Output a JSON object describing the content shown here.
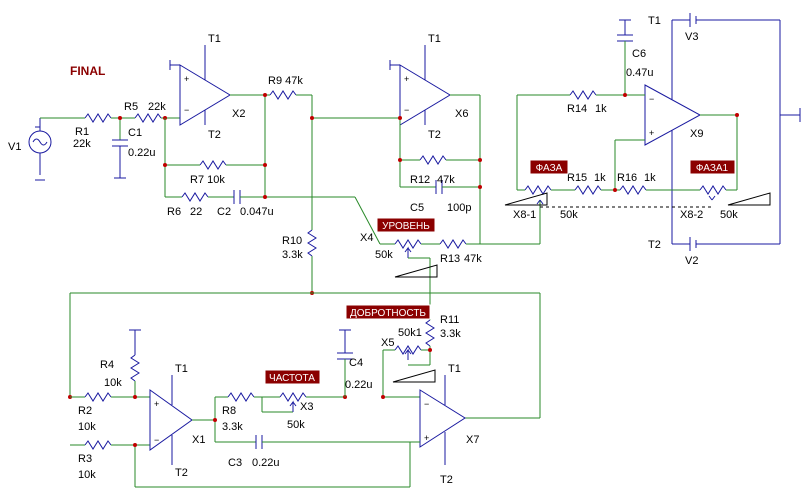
{
  "title": "FINAL",
  "components": {
    "V1": "V1",
    "R1": "R1",
    "R1_val": "22k",
    "R5": "R5",
    "R5_val": "22k",
    "C1": "C1",
    "C1_val": "0.22u",
    "X2": "X2",
    "R9": "R9 47k",
    "R7": "R7 10k",
    "R6": "R6",
    "R6_val": "22",
    "C2": "C2",
    "C2_val": "0.047u",
    "X6": "X6",
    "R12": "R12",
    "R12_val": "47k",
    "C5": "C5",
    "C5_val": "100p",
    "R10": "R10",
    "R10_val": "3.3k",
    "X4": "X4",
    "X4_val": "50k",
    "R13": "R13",
    "R13_val": "47k",
    "R14": "R14",
    "R14_val": "1k",
    "C6": "C6",
    "C6_val": "0.47u",
    "X9": "X9",
    "R15": "R15",
    "R15_val": "1k",
    "R16": "R16",
    "R16_val": "1k",
    "X8_1": "X8-1",
    "X8_1_val": "50k",
    "X8_2": "X8-2",
    "X8_2_val": "50k",
    "V3": "V3",
    "V2": "V2",
    "R11": "R11",
    "R11_val": "3.3k",
    "X5": "X5",
    "X5_val": "50k1",
    "R4": "R4",
    "R4_val": "10k",
    "R2": "R2",
    "R2_val": "10k",
    "R3": "R3",
    "R3_val": "10k",
    "X1": "X1",
    "R8": "R8",
    "R8_val": "3.3k",
    "X3": "X3",
    "X3_val": "50k",
    "C3": "C3",
    "C3_val": "0.22u",
    "C4": "C4",
    "C4_val": "0.22u",
    "X7": "X7"
  },
  "rails": {
    "t1": "T1",
    "t2": "T2"
  },
  "control_labels": {
    "level": "УРОВЕНЬ",
    "phase": "ФАЗА",
    "phase1": "ФАЗА1",
    "quality": "ДОБРОТНОСТЬ",
    "frequency": "ЧАСТОТА"
  }
}
